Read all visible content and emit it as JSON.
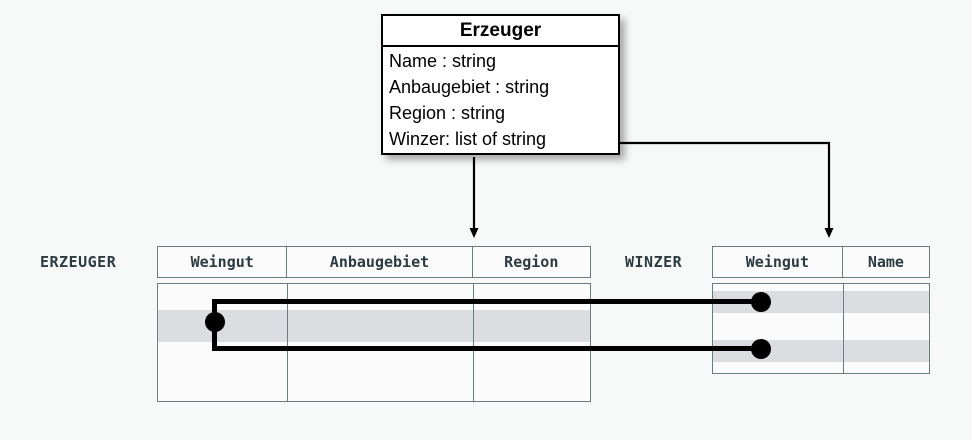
{
  "diagram": {
    "uml_class": {
      "title": "Erzeuger",
      "attributes": [
        "Name : string",
        "Anbaugebiet : string",
        "Region : string",
        "Winzer: list of string"
      ]
    },
    "tables": [
      {
        "name": "ERZEUGER",
        "label": "ERZEUGER",
        "columns": [
          "Weingut",
          "Anbaugebiet",
          "Region"
        ],
        "rows": [
          {
            "cells": [
              "",
              "",
              ""
            ],
            "highlighted": false
          },
          {
            "cells": [
              "",
              "",
              ""
            ],
            "highlighted": true
          },
          {
            "cells": [
              "",
              "",
              ""
            ],
            "highlighted": false
          },
          {
            "cells": [
              "",
              "",
              ""
            ],
            "highlighted": false
          }
        ]
      },
      {
        "name": "WINZER",
        "label": "WINZER",
        "columns": [
          "Weingut",
          "Name"
        ],
        "rows": [
          {
            "cells": [
              "",
              ""
            ],
            "highlighted": true
          },
          {
            "cells": [
              "",
              ""
            ],
            "highlighted": false
          },
          {
            "cells": [
              "",
              ""
            ],
            "highlighted": true
          }
        ]
      }
    ],
    "connectors": {
      "arrow_to_erzeuger": "arrow-down-icon",
      "arrow_to_winzer": "arrow-down-icon",
      "relationship": "one-to-many-link"
    },
    "colors": {
      "row_highlight": "#dcdde1",
      "table_border": "#6c7b80",
      "label_text": "#2c3b42",
      "connector": "#000000",
      "background": "#f7f8f8"
    }
  }
}
